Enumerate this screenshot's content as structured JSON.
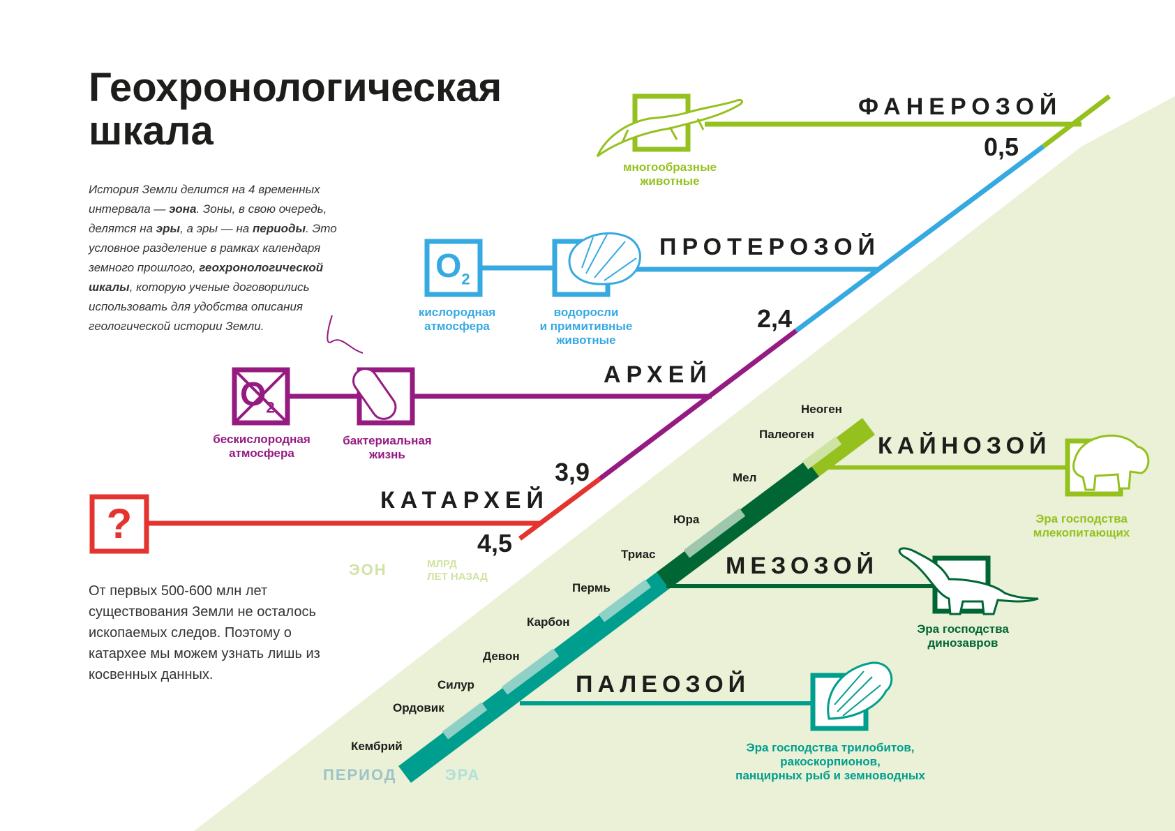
{
  "title": "Геохронологическая шкала",
  "intro": {
    "p1": "История Земли делится на 4 временных интервала — ",
    "b1": "эона",
    "p2": ". Зоны, в свою очередь, делятся на ",
    "b2": "эры",
    "p3": ", а эры — на ",
    "b3": "периоды",
    "p4": ". Это условное разделение в рамках календаря земного прошлого, ",
    "b4": "геохронологической шкалы",
    "p5": ", которую ученые договорились использовать для удобства описания геологической истории Земли."
  },
  "note": "От первых 500-600 млн лет существования Земли не осталось ископаемых следов. Поэтому о катархее мы можем узнать лишь из косвенных данных.",
  "legend": {
    "eon": "ЭОН",
    "bya": "МЛРД\nЛЕТ НАЗАД",
    "period": "ПЕРИОД",
    "era": "ЭРА"
  },
  "eons": [
    {
      "name": "ФАНЕРОЗОЙ",
      "start": "0,5",
      "color": "#95c11f",
      "captions": [
        "многообразные\nживотные"
      ],
      "icons": [
        "crocodile-icon"
      ]
    },
    {
      "name": "ПРОТЕРОЗОЙ",
      "start": "2,4",
      "color": "#36a9e1",
      "captions": [
        "кислородная\nатмосфера",
        "водоросли\nи примитивные\nживотные"
      ],
      "icons": [
        "oxygen-icon",
        "stromatolite-icon"
      ]
    },
    {
      "name": "АРХЕЙ",
      "start": "3,9",
      "color": "#951b81",
      "captions": [
        "бескислородная\nатмосфера",
        "бактериальная\nжизнь"
      ],
      "icons": [
        "no-oxygen-icon",
        "bacterium-icon"
      ]
    },
    {
      "name": "КАТАРХЕЙ",
      "start": "4,5",
      "color": "#e3342f",
      "captions": [],
      "icons": [
        "question-icon"
      ],
      "symbol": "?"
    }
  ],
  "oxygen_symbol": {
    "letter": "O",
    "sub": "2"
  },
  "eras": [
    {
      "name": "КАЙНОЗОЙ",
      "color": "#95c11f",
      "caption": "Эра господства\nмлекопитающих",
      "icon": "hippo-icon"
    },
    {
      "name": "МЕЗОЗОЙ",
      "color": "#006633",
      "caption": "Эра господства\nдинозавров",
      "icon": "dinosaur-icon"
    },
    {
      "name": "ПАЛЕОЗОЙ",
      "color": "#009e8e",
      "caption": "Эра господства трилобитов,\nракоскорпионов,\nпанцирных рыб и земноводных",
      "icon": "trilobite-icon"
    }
  ],
  "periods": [
    "Неоген",
    "Палеоген",
    "Мел",
    "Юра",
    "Триас",
    "Пермь",
    "Карбон",
    "Девон",
    "Силур",
    "Ордовик",
    "Кембрий"
  ]
}
